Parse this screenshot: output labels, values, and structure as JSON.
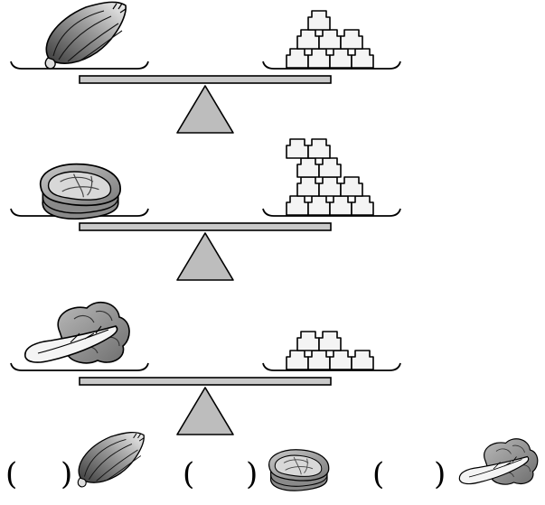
{
  "balances": [
    {
      "item": "bamboo-shoot",
      "weights": 8
    },
    {
      "item": "meat-steak",
      "weights": 11
    },
    {
      "item": "bok-choy",
      "weights": 6
    }
  ],
  "answers": [
    {
      "open": "(",
      "close": ")",
      "item": "bamboo-shoot"
    },
    {
      "open": "(",
      "close": ")",
      "item": "meat-steak"
    },
    {
      "open": "(",
      "close": ")",
      "item": "bok-choy"
    }
  ]
}
